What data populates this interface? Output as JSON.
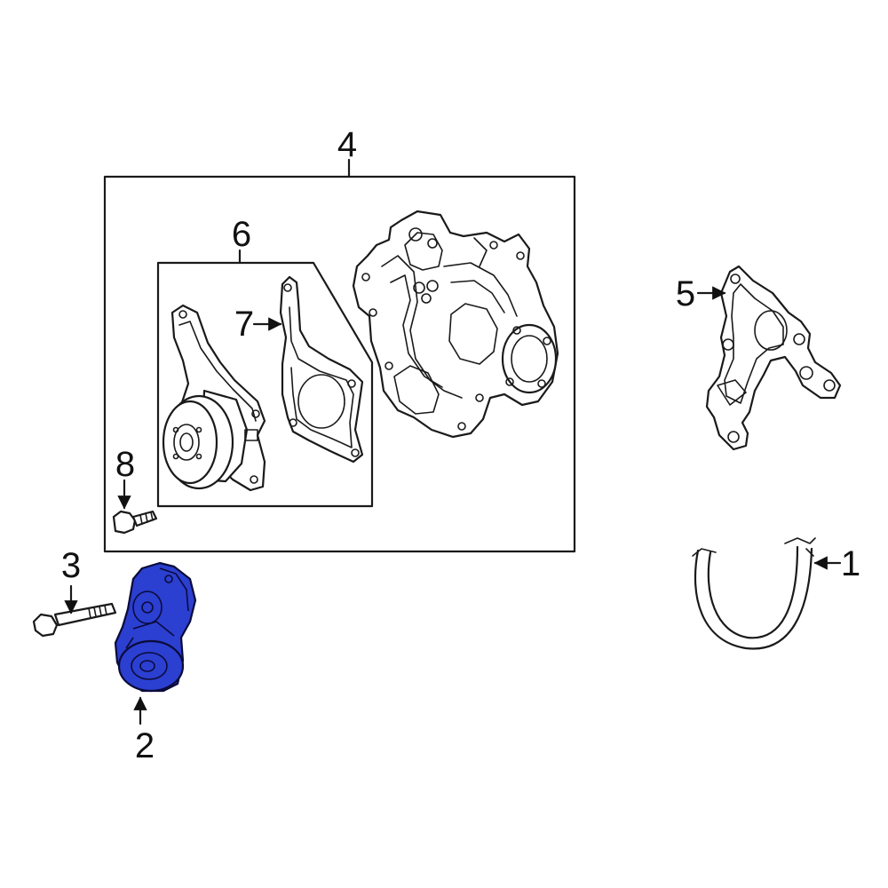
{
  "diagram": {
    "highlight_color": "#2b3fd1",
    "callouts": [
      {
        "id": "1",
        "text": "1"
      },
      {
        "id": "2",
        "text": "2"
      },
      {
        "id": "3",
        "text": "3"
      },
      {
        "id": "4",
        "text": "4"
      },
      {
        "id": "5",
        "text": "5"
      },
      {
        "id": "6",
        "text": "6"
      },
      {
        "id": "7",
        "text": "7"
      },
      {
        "id": "8",
        "text": "8"
      }
    ]
  }
}
